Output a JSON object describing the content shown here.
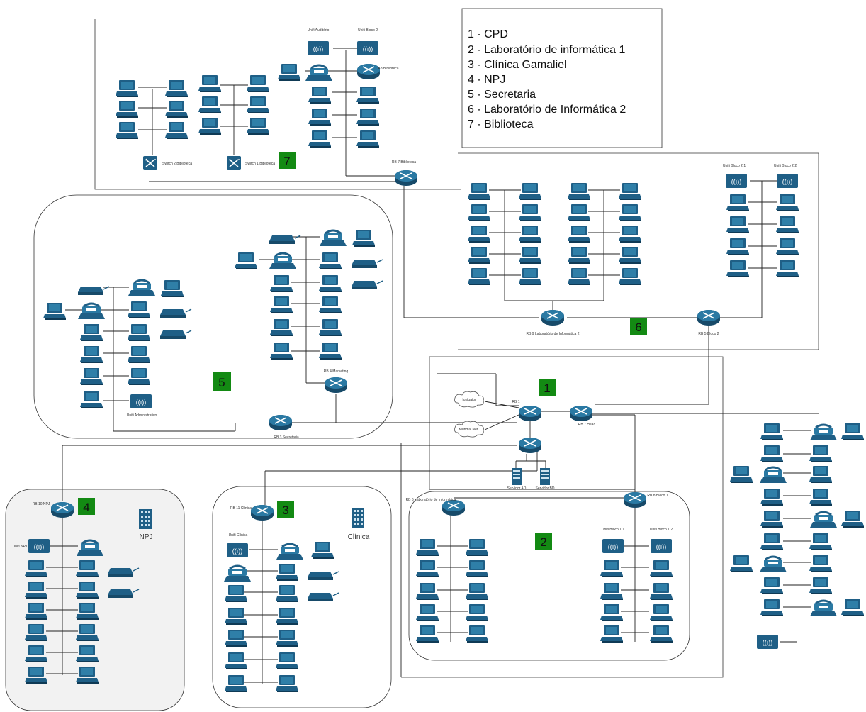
{
  "legend": {
    "items": [
      "1 - CPD",
      "2 - Laboratório de informática 1",
      "3 - Clínica Gamaliel",
      "4 - NPJ",
      "5 - Secretaria",
      "6 - Laboratório de Informática 2",
      "7 - Biblioteca"
    ]
  },
  "zone_badges": [
    "1",
    "2",
    "3",
    "4",
    "5",
    "6",
    "7"
  ],
  "labels": {
    "unifi_auditorio": "Unifi Auditório",
    "unifi_bloco2": "Unifi Bloco 2",
    "ap_biblioteca": "Ap Biblioteca",
    "switch2_biblioteca": "Switch 2 Biblioteca",
    "switch1_biblioteca": "Switch 1 Biblioteca",
    "rb7_biblioteca": "RB 7 Biblioteca",
    "unifi_bloco21": "Unifi Bloco 2.1",
    "unifi_bloco22": "Unifi Bloco 2.2",
    "rb9_lab2": "RB 9 Laboratório de Informática 2",
    "rb5_bloco2": "RB 5 Bloco 2",
    "rb4_marketing": "RB 4 Marketing",
    "unifi_administrativo": "Unifi Administrativo",
    "rb3_secretaria": "RB 3 Secretaria",
    "provedor1": "Hostgator",
    "provedor2": "Mundial Net",
    "rb1": "RB 1",
    "rb7_head": "RB 7 Head",
    "servidor_ad": "Servidor AD",
    "servidor_bd": "Servidor BD",
    "rb10_npj": "RB 10 NPJ",
    "unifi_npj": "Unifi NPJ",
    "npj": "NPJ",
    "rb11_clinica": "RB 11 Clínica",
    "unifi_clinica": "Unifi Clínica",
    "clinica": "Clínica",
    "rb6_lab1": "RB 6 Laboratório de Informática",
    "rb8_bloco1": "RB 8 Bloco 1",
    "unifi_bloco11": "Unifi Bloco 1.1",
    "unifi_bloco12": "Unifi Bloco 1.2"
  }
}
